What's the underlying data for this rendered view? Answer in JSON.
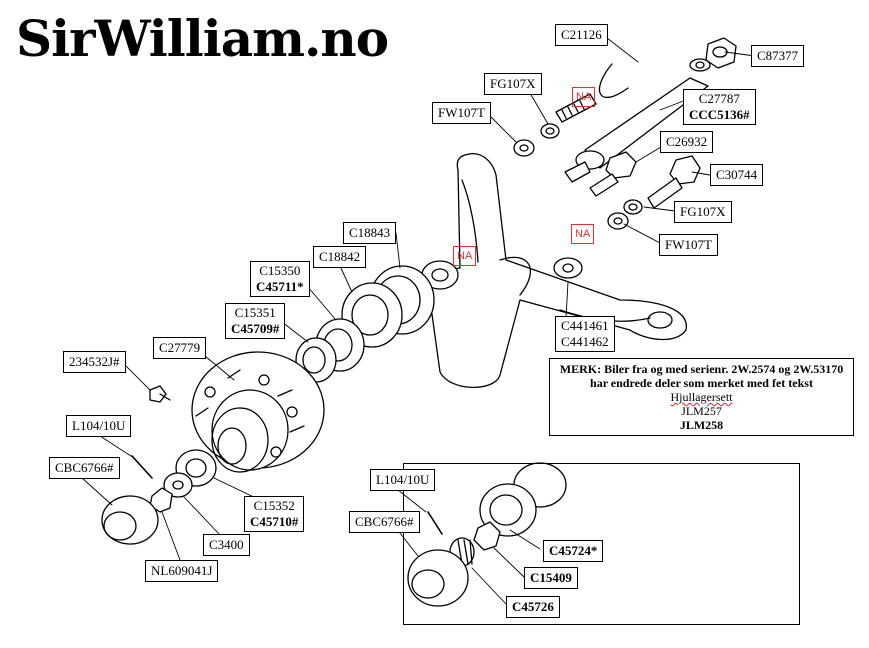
{
  "brand": "SirWilliam.no",
  "labels": {
    "c21126": "C21126",
    "c87377": "C87377",
    "fg107x_top": "FG107X",
    "fw107t_top": "FW107T",
    "c27787": "C27787",
    "ccc5136": "CCC5136#",
    "c26932": "C26932",
    "c30744": "C30744",
    "fg107x_mid": "FG107X",
    "fw107t_mid": "FW107T",
    "c18843": "C18843",
    "c18842": "C18842",
    "c15350": "C15350",
    "c45711": "C45711*",
    "c15351": "C15351",
    "c45709": "C45709#",
    "c27779": "C27779",
    "p234532j": "234532J#",
    "l104_main": "L104/10U",
    "cbc6766_main": "CBC6766#",
    "c15352": "C15352",
    "c45710": "C45710#",
    "c3400": "C3400",
    "nl609041j": "NL609041J",
    "c441461": "C441461",
    "c441462": "C441462",
    "l104_inset": "L104/10U",
    "cbc6766_inset": "CBC6766#",
    "c45724": "C45724*",
    "c15409": "C15409",
    "c45726": "C45726"
  },
  "na_tags": [
    "NA",
    "NA",
    "NA"
  ],
  "note": {
    "line1": "MERK: Biler fra og med serienr. 2W.2574 og 2W.53170",
    "line2": "har endrede deler som merket med fet tekst",
    "line3": "Hjullagersett",
    "line4": "JLM257",
    "line5": "JLM258"
  }
}
